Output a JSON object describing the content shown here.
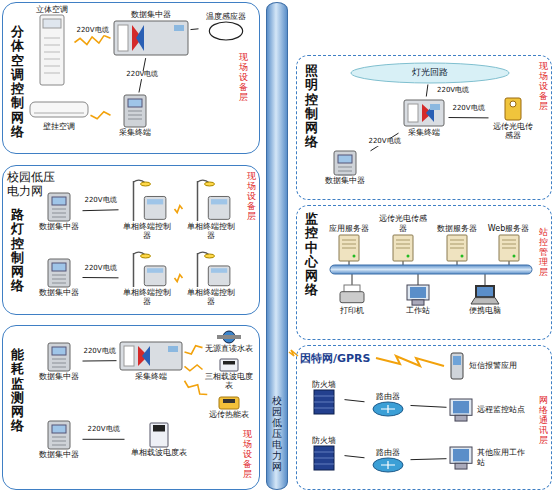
{
  "diagram": {
    "nodes": [
      {
        "text": [
          "分体空调控制网络",
          "现场设备层"
        ]
      },
      {
        "text": [
          "立体空调"
        ],
        "in": 0
      },
      {
        "text": [
          "数据集中器"
        ],
        "in": 0
      },
      {
        "text": [
          "温度感应器"
        ],
        "in": 0
      },
      {
        "text": [
          "壁挂空调"
        ],
        "in": 0
      },
      {
        "text": [
          "采集终端"
        ],
        "in": 0
      },
      {
        "text": [
          "校园低压电力网",
          "路灯控制网络",
          "现场设备层"
        ]
      },
      {
        "text": [
          "数据集中器"
        ],
        "in": 6
      },
      {
        "text": [
          "单相终端控制器"
        ],
        "in": 6
      },
      {
        "text": [
          "单相终端控制器"
        ],
        "in": 6
      },
      {
        "text": [
          "数据集中器"
        ],
        "in": 6
      },
      {
        "text": [
          "单相终端控制器"
        ],
        "in": 6
      },
      {
        "text": [
          "单相终端控制器"
        ],
        "in": 6
      },
      {
        "text": [
          "能耗监测网络",
          "现场设备层"
        ]
      },
      {
        "text": [
          "数据集中器"
        ],
        "in": 13
      },
      {
        "text": [
          "采集终端"
        ],
        "in": 13
      },
      {
        "text": [
          "无源直读水表"
        ],
        "in": 13
      },
      {
        "text": [
          "三相载波电度表"
        ],
        "in": 13
      },
      {
        "text": [
          "远传热能表"
        ],
        "in": 13
      },
      {
        "text": [
          "数据集中器"
        ],
        "in": 13
      },
      {
        "text": [
          "单相载波电度表"
        ],
        "in": 13
      },
      {
        "text": [
          "校园低压电力网"
        ]
      },
      {
        "text": [
          "照明控制网络",
          "现场设备层"
        ]
      },
      {
        "text": [
          "灯光回路"
        ],
        "in": 22
      },
      {
        "text": [
          "采集终端"
        ],
        "in": 22
      },
      {
        "text": [
          "远传光电传感器"
        ],
        "in": 22
      },
      {
        "text": [
          "数据集中器"
        ],
        "in": 22
      },
      {
        "text": [
          "监控中心网络",
          "站控管理层"
        ]
      },
      {
        "text": [
          "应用服务器"
        ],
        "in": 27
      },
      {
        "text": [
          "远传光电传感器"
        ],
        "in": 27
      },
      {
        "text": [
          "数据服务器"
        ],
        "in": 27
      },
      {
        "text": [
          "Web服务器"
        ],
        "in": 27
      },
      {
        "text": [
          "打印机"
        ],
        "in": 27
      },
      {
        "text": [
          "工作站"
        ],
        "in": 27
      },
      {
        "text": [
          "便携电脑"
        ],
        "in": 27
      },
      {
        "text": [
          "网络通讯层"
        ]
      },
      {
        "text": [
          "防火墙"
        ],
        "in": 35
      },
      {
        "text": [
          "防火墙"
        ],
        "in": 35
      },
      {
        "text": [
          "路由器"
        ],
        "in": 35
      },
      {
        "text": [
          "路由器"
        ],
        "in": 35
      },
      {
        "text": [
          "短信报警应用"
        ],
        "in": 35
      },
      {
        "text": [
          "远程监控站点"
        ],
        "in": 35
      },
      {
        "text": [
          "其他应用工作站"
        ],
        "in": 35
      }
    ],
    "edges": [
      {
        "from": 2,
        "to": 1,
        "arrow": "none",
        "label": "220V电缆"
      },
      {
        "from": 5,
        "to": 2,
        "arrow": "none",
        "label": "220V电缆"
      },
      {
        "from": 2,
        "to": 3,
        "arrow": "none"
      },
      {
        "from": 4,
        "to": 5,
        "arrow": "none"
      },
      {
        "from": 7,
        "to": 8,
        "arrow": "none",
        "label": "220V电缆"
      },
      {
        "from": 8,
        "to": 9,
        "arrow": "none"
      },
      {
        "from": 10,
        "to": 11,
        "arrow": "none",
        "label": "220V电缆"
      },
      {
        "from": 11,
        "to": 12,
        "arrow": "none"
      },
      {
        "from": 14,
        "to": 15,
        "arrow": "none",
        "label": "220V电缆"
      },
      {
        "from": 15,
        "to": 16,
        "arrow": "none"
      },
      {
        "from": 15,
        "to": 17,
        "arrow": "none"
      },
      {
        "from": 15,
        "to": 18,
        "arrow": "none"
      },
      {
        "from": 19,
        "to": 20,
        "arrow": "none",
        "label": "220V电缆"
      },
      {
        "from": 24,
        "to": 23,
        "arrow": "none",
        "label": "220V电缆"
      },
      {
        "from": 24,
        "to": 25,
        "arrow": "none",
        "label": "220V电缆"
      },
      {
        "from": 26,
        "to": 24,
        "arrow": "none",
        "label": "220V电缆"
      },
      {
        "from": 36,
        "to": 38,
        "arrow": "none"
      },
      {
        "from": 37,
        "to": 39,
        "arrow": "none"
      },
      {
        "from": 38,
        "to": 41,
        "arrow": "none"
      },
      {
        "from": 39,
        "to": 42,
        "arrow": "none"
      }
    ],
    "labels": [
      "因特网/GPRS"
    ]
  }
}
